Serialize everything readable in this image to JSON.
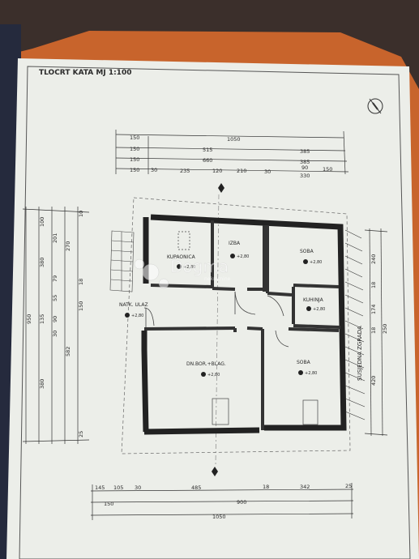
{
  "title": "TLOCRT KATA MJ 1:100",
  "watermark": {
    "brand": "Dogma",
    "tagline": "nekretnine"
  },
  "rooms": [
    {
      "name": "KUPAONICA",
      "level": "+2,80"
    },
    {
      "name": "IZBA",
      "level": "+2,80"
    },
    {
      "name": "SOBA",
      "level": "+2,80"
    },
    {
      "name": "KUHINJA",
      "level": "+2,80"
    },
    {
      "name": "NATK. ULAZ",
      "level": "+2,80"
    },
    {
      "name": "DN.BOR.+BLAG.",
      "level": "+2,80"
    },
    {
      "name": "SOBA",
      "level": "+2,80"
    }
  ],
  "neighbor_label": "SUSJEDNA ZGRADA",
  "dims_top": {
    "row1": [
      "150",
      "1050"
    ],
    "row2": [
      "150",
      "515",
      "385"
    ],
    "row3": [
      "150",
      "660",
      "385"
    ],
    "row4": [
      "150",
      "30",
      "235",
      "120",
      "210",
      "30",
      "90",
      "150",
      "330"
    ]
  },
  "dims_bottom": {
    "row1": [
      "145",
      "105",
      "30",
      "485",
      "18",
      "342",
      "25"
    ],
    "row2": [
      "150",
      "900"
    ],
    "row3": [
      "1050"
    ]
  },
  "dims_left": {
    "outer": "950",
    "col2": [
      "100",
      "380",
      "135",
      "380"
    ],
    "col3": [
      "201",
      "79",
      "55",
      "90",
      "30"
    ],
    "col4": [
      "270",
      "582"
    ],
    "col5": [
      "10",
      "18",
      "150",
      "25"
    ]
  },
  "dims_right": [
    "240",
    "18",
    "174",
    "18",
    "250",
    "420"
  ]
}
